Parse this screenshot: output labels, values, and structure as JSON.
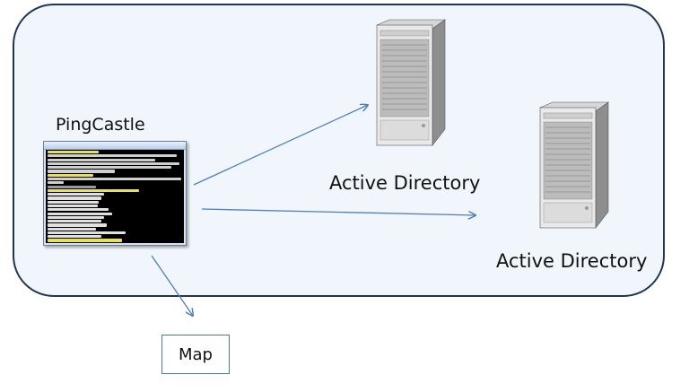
{
  "diagram": {
    "pingcastle_label": "PingCastle",
    "ad_server_1_label": "Active Directory",
    "ad_server_2_label": "Active Directory",
    "map_label": "Map",
    "colors": {
      "panel_fill": "#f0f6fb",
      "panel_border": "#1f3553",
      "arrow": "#4f7fbf",
      "map_border": "#4a74ad"
    },
    "icons": {
      "console": "console-screenshot-icon",
      "server": "server-tower-icon"
    }
  }
}
